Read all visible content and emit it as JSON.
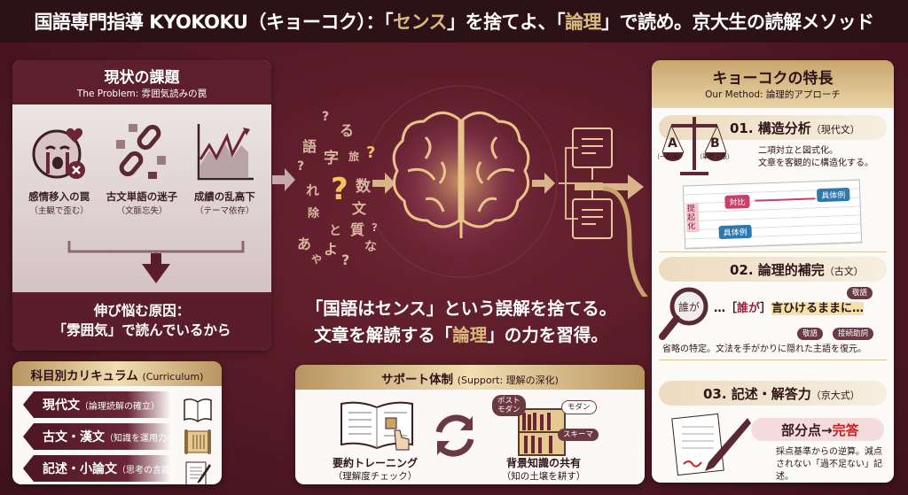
{
  "header": {
    "title_pre": "国語専門指導 KYOKOKU（キョーコク）：「",
    "sense": "センス",
    "title_mid": "」を捨てよ、「",
    "logic": "論理",
    "title_post": "」で読め。京大生の読解メソッド"
  },
  "problem": {
    "title": "現状の課題",
    "subtitle": "The Problem: 雰囲気読みの罠",
    "items": [
      {
        "label": "感情移入の罠",
        "sub": "（主観で歪む）",
        "icon": "crying-face-icon"
      },
      {
        "label": "古文単語の迷子",
        "sub": "（文脈忘失）",
        "icon": "broken-chain-icon"
      },
      {
        "label": "成績の乱高下",
        "sub": "（テーマ依存）",
        "icon": "volatile-chart-icon"
      }
    ],
    "cause_line1": "伸び悩む原因：",
    "cause_line2": "「雰囲気」で読んでいるから"
  },
  "curriculum": {
    "title": "科目別カリキュラム",
    "title_en": "(Curriculum)",
    "items": [
      {
        "label": "現代文",
        "sub": "（論理読解の確立）"
      },
      {
        "label": "古文・漢文",
        "sub": "（知識を運用力へ）"
      },
      {
        "label": "記述・小論文",
        "sub": "（思考の言語化）"
      }
    ]
  },
  "cloud": [
    "語",
    "?",
    "る",
    "字",
    "旅",
    "?",
    "?",
    "れ",
    "?",
    "数",
    "除",
    "文",
    "と",
    "質",
    "?",
    "あ",
    "よ",
    "な",
    "や",
    "?"
  ],
  "message": {
    "line1": "「国語はセンス」という誤解を捨てる。",
    "line2_pre": "文章を解読する「",
    "line2_logic": "論理",
    "line2_post": "」の力を習得。"
  },
  "support": {
    "title": "サポート体制",
    "title_en": "(Support: 理解の深化)",
    "left_label": "要約トレーニング",
    "left_sub": "（理解度チェック）",
    "right_label": "背景知識の共有",
    "right_sub": "（知の土壌を耕す）",
    "bubbles": [
      "ポスト\nモダン",
      "モダン",
      "スキーマ"
    ]
  },
  "features": {
    "title": "キョーコクの特長",
    "subtitle": "Our Method: 論理的アプローチ",
    "s1": {
      "title": "01. 構造分析",
      "tag": "（現代文）",
      "desc1": "二項対立と図式化。",
      "desc2": "文章を客観的に構造化する。",
      "a": "A",
      "a_sub": "（一般論）",
      "b": "B",
      "b_sub": "（筆者主張）",
      "n1": "提起化",
      "n2": "対比",
      "n3": "具体例",
      "n4": "具体例"
    },
    "s2": {
      "title": "02. 論理的補完",
      "tag": "（古文）",
      "lens": "誰が",
      "phrase_pre": "…［",
      "phrase_who": "誰が",
      "phrase_mid": "］",
      "phrase_post": "言ひけるままに…",
      "tag1": "敬語",
      "tag2": "敬語",
      "tag3": "接続助詞",
      "desc": "省略の特定。文法を手がかりに隠れた主語を復元。"
    },
    "s3": {
      "title": "03. 記述・解答力",
      "tag": "（京大式）",
      "partial": "部分点→",
      "full": "完答",
      "desc1": "採点基準からの逆算。減点",
      "desc2": "されない「過不足ない」記述。"
    }
  },
  "colors": {
    "maroon": "#5a1e2a",
    "gold": "#dcb97d",
    "header": "#2c1216"
  }
}
